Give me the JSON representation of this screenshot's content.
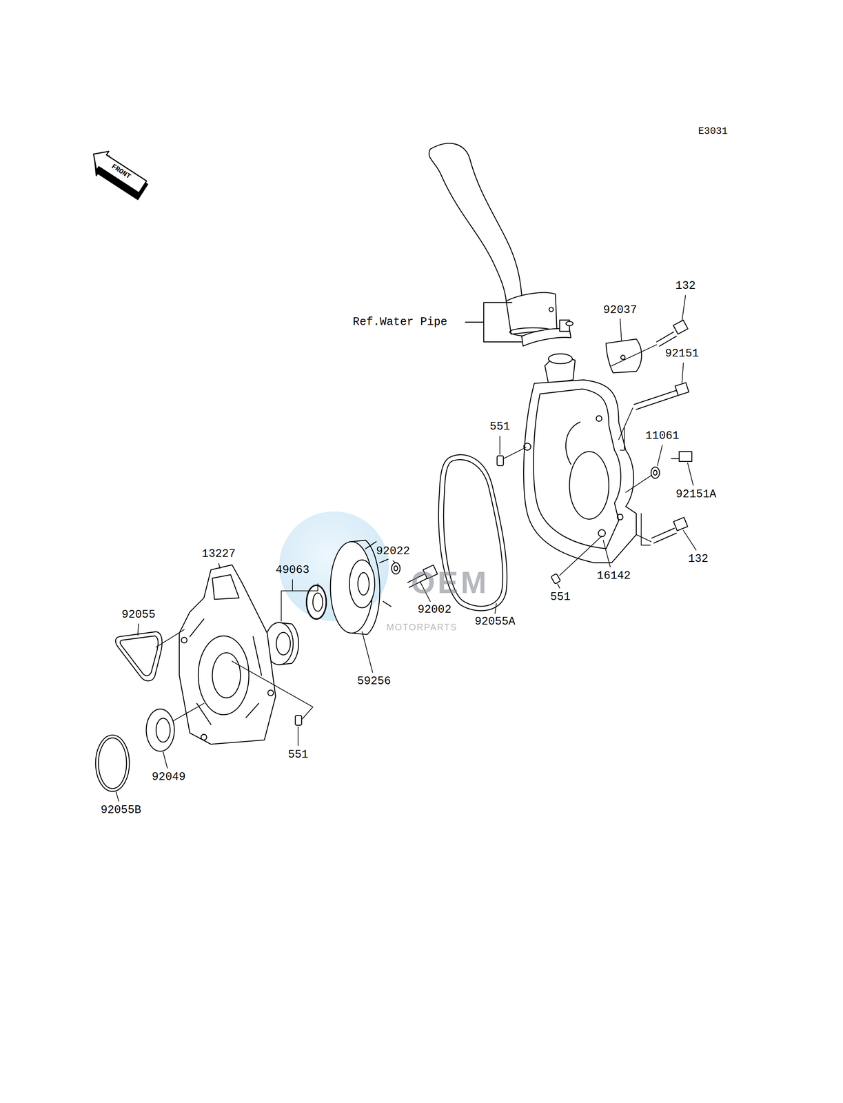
{
  "diagram": {
    "labels": [
      "E3031",
      "FRONT",
      "Ref.Water Pipe",
      "132",
      "92037",
      "92151",
      "551",
      "11061",
      "92151A",
      "13227",
      "92022",
      "132",
      "49063",
      "16142",
      "OEM",
      "92002",
      "92055A",
      "551",
      "92055",
      "MOTORPARTS",
      "59256",
      "551",
      "92049",
      "92055B"
    ]
  }
}
